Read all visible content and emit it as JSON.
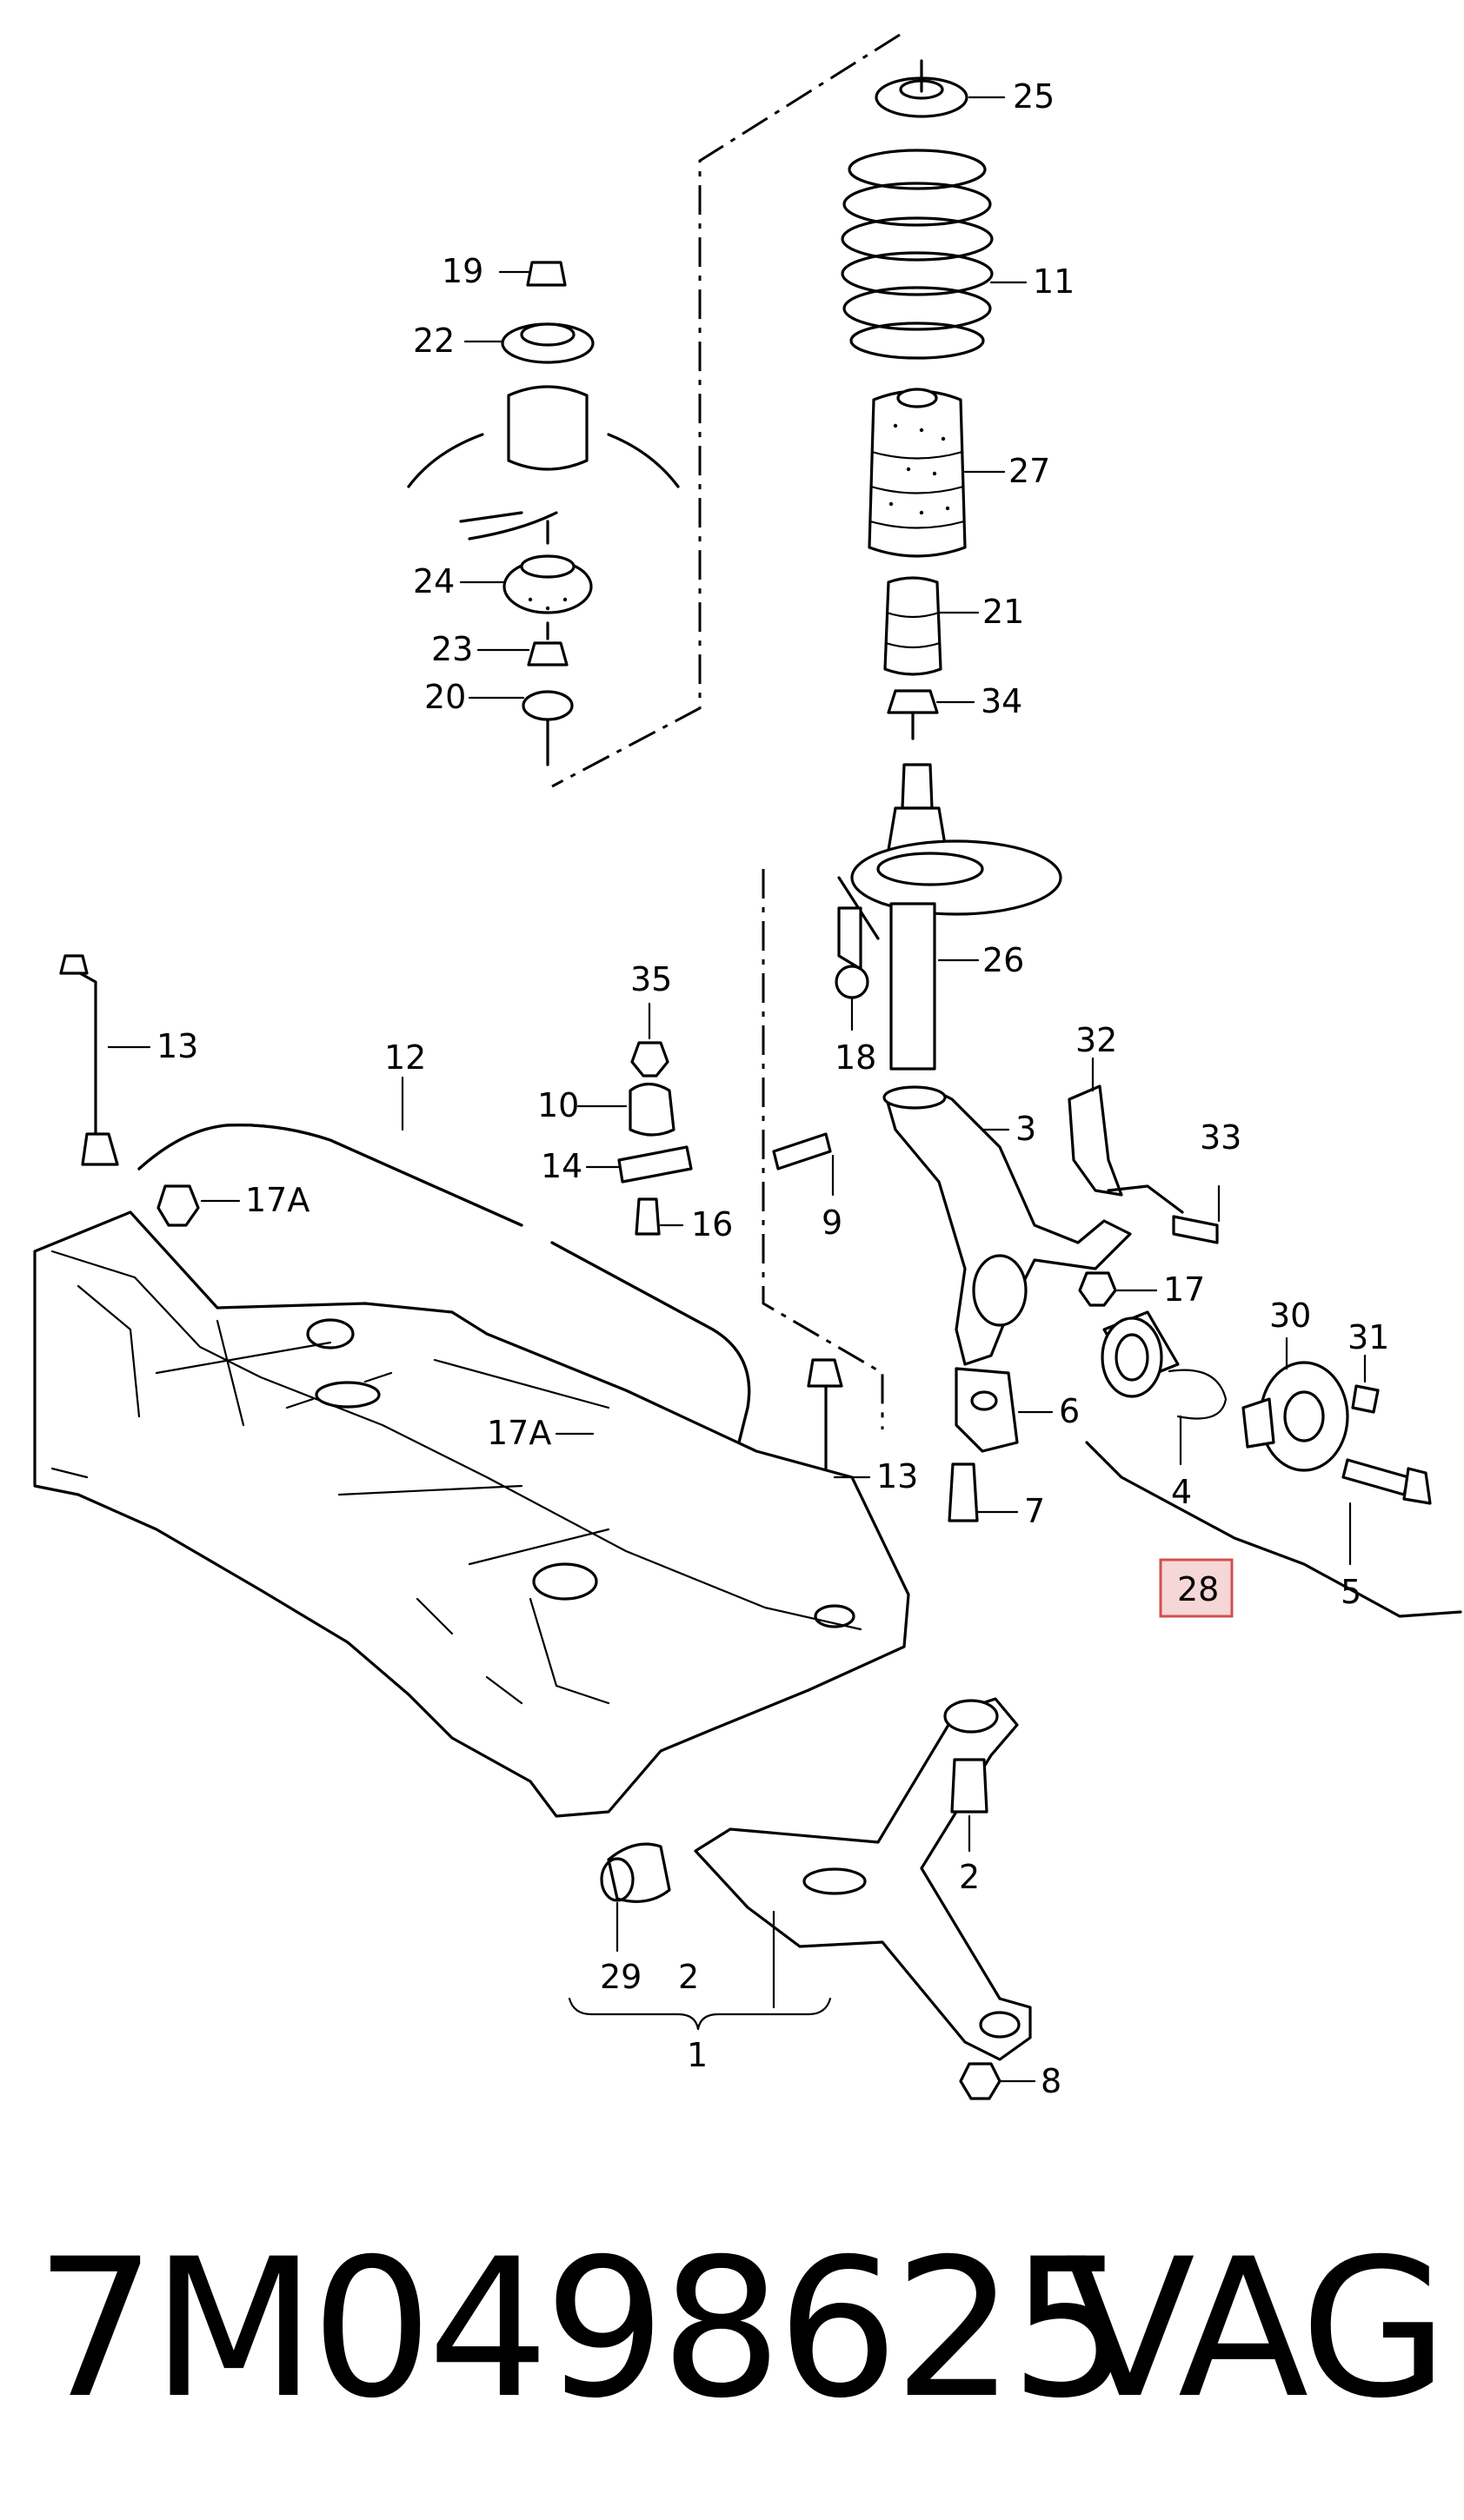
{
  "footer": {
    "part_number": "7M0498625",
    "brand": "VAG"
  },
  "highlight": {
    "label": "28",
    "color": "#d05050",
    "fill": "#f6d7d7"
  },
  "callouts": [
    "25",
    "11",
    "27",
    "21",
    "34",
    "26",
    "18",
    "19",
    "22",
    "24",
    "23",
    "20",
    "35",
    "10",
    "14",
    "16",
    "13",
    "12",
    "17A",
    "17A",
    "13",
    "32",
    "33",
    "3",
    "9",
    "17",
    "30",
    "31",
    "6",
    "7",
    "4",
    "5",
    "2",
    "29",
    "2",
    "1",
    "8"
  ]
}
